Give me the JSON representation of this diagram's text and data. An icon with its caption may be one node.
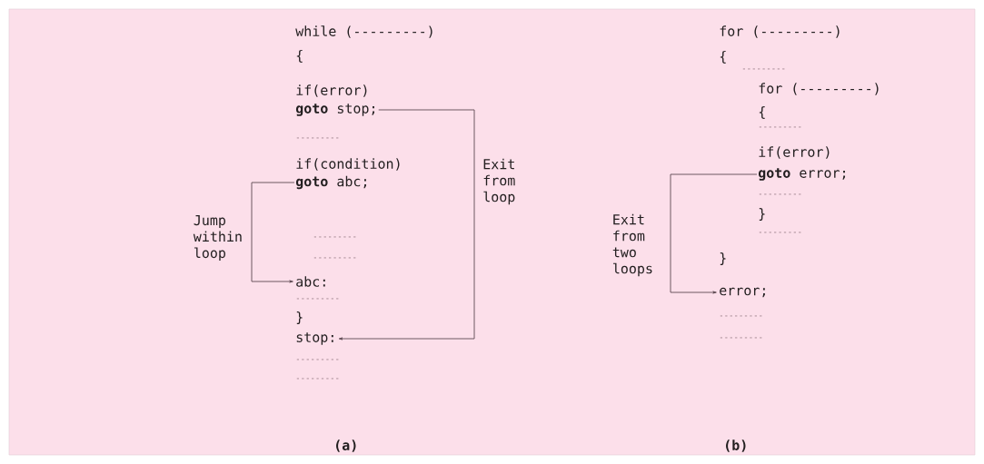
{
  "diagram": {
    "nodes": [
      {
        "text": [
          "**goto** stop;"
        ]
      },
      {
        "text": [
          "stop:"
        ]
      },
      {
        "text": [
          "**goto** abc;"
        ]
      },
      {
        "text": [
          "abc:"
        ]
      },
      {
        "text": [
          "**goto** error;"
        ]
      },
      {
        "text": [
          "error;"
        ]
      }
    ],
    "edges": [
      {
        "from": 0,
        "to": 1,
        "arrow": "to",
        "label": "Exit from loop"
      },
      {
        "from": 2,
        "to": 3,
        "arrow": "to",
        "label": "Jump within loop"
      },
      {
        "from": 4,
        "to": 5,
        "arrow": "to",
        "label": "Exit from two loops"
      }
    ],
    "labels": [
      "while (---------)",
      "{",
      "if(error)",
      "---------",
      "if(condition)",
      "---------",
      "---------",
      "---------",
      "}",
      "---------",
      "---------",
      "(a)",
      "for (---------)",
      "{",
      "---------",
      "for (---------)",
      "{",
      "---------",
      "if(error)",
      "---------",
      "}",
      "---------",
      "}",
      "---------",
      "---------",
      "(b)"
    ]
  }
}
